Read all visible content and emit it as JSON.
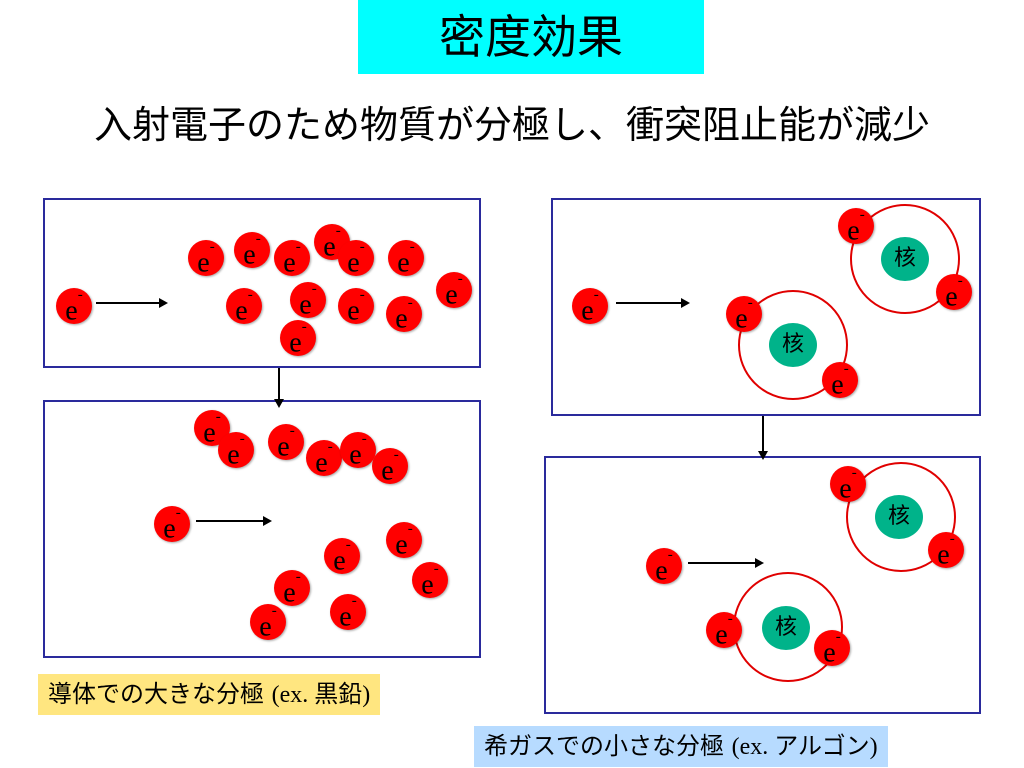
{
  "slide": {
    "title": "密度効果",
    "subtitle": "入射電子のため物質が分極し、衝突阻止能が減少"
  },
  "labels": {
    "electron": "e",
    "electron_charge": "-",
    "nucleus": "核"
  },
  "captions": {
    "conductor": {
      "main": "導体での大きな分極 ",
      "example": "(ex. 黒鉛)"
    },
    "noble_gas": {
      "main": "希ガスでの小さな分極 ",
      "example": "(ex. アルゴン)"
    }
  },
  "colors": {
    "title_bg": "#00ffff",
    "electron": "#ff0000",
    "nucleus": "#00b38a",
    "orbit": "#e00000",
    "panel_border": "#2a2a9c",
    "conductor_caption_bg": "#ffe680",
    "noble_gas_caption_bg": "#b7dbff"
  }
}
